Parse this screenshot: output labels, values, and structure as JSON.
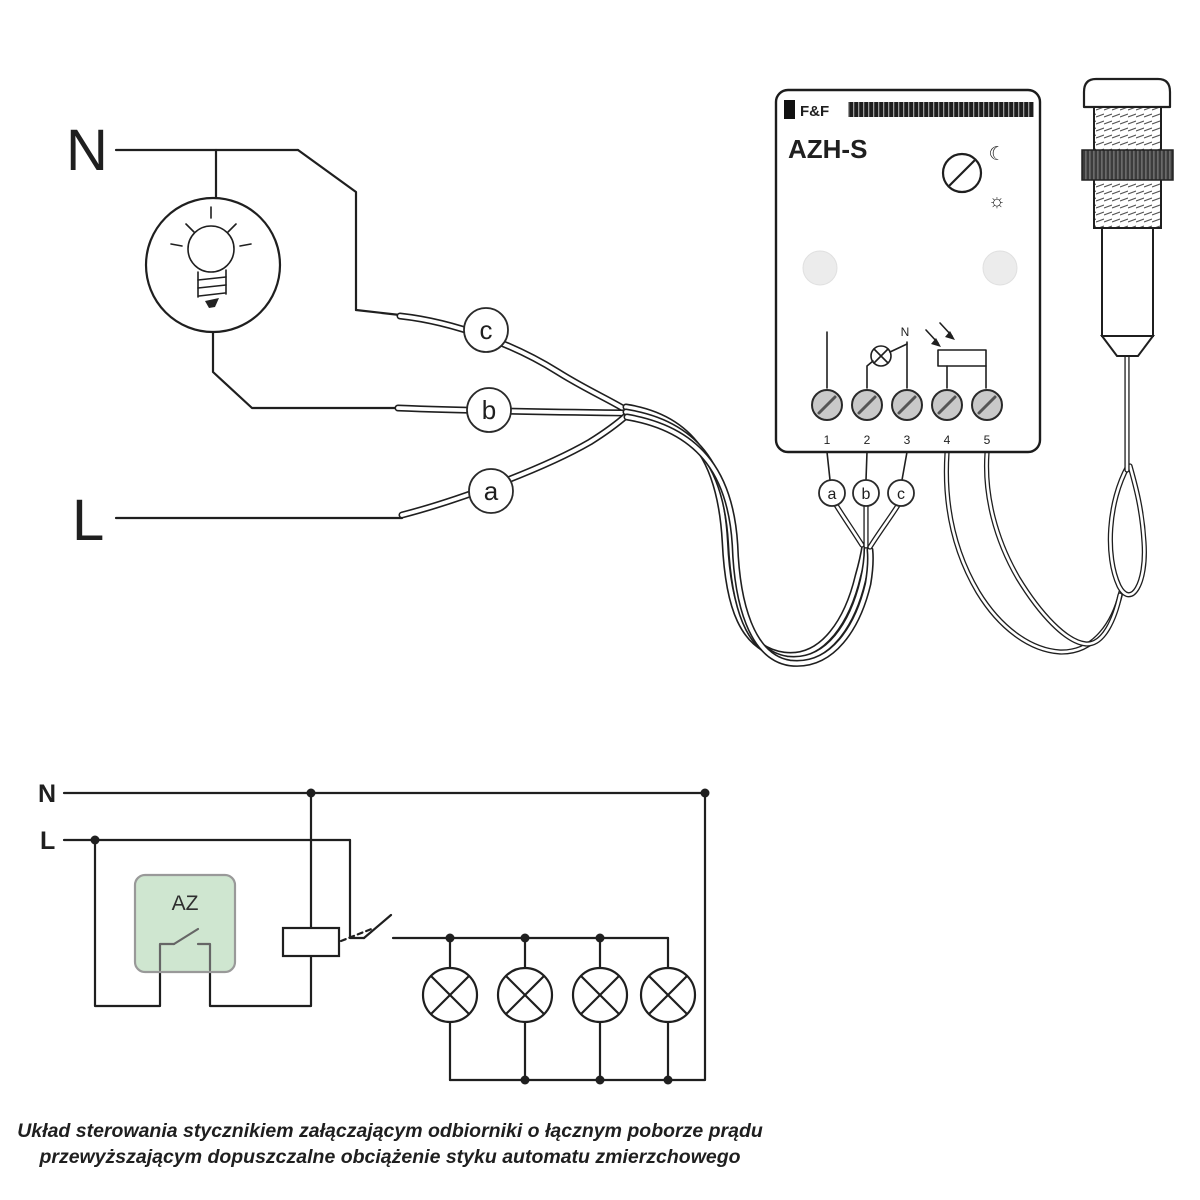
{
  "top": {
    "n": "N",
    "l": "L",
    "wires": {
      "a": "a",
      "b": "b",
      "c": "c"
    },
    "device": {
      "brand": "F&F",
      "model": "AZH-S",
      "moon": "☾",
      "sun": "☼",
      "pictogram_n": "N",
      "terminals": [
        "1",
        "2",
        "3",
        "4",
        "5"
      ],
      "out_labels": {
        "a": "a",
        "b": "b",
        "c": "c"
      }
    }
  },
  "bottom": {
    "n": "N",
    "l": "L",
    "az": "AZ"
  },
  "caption": {
    "line1": "Układ sterowania stycznikiem załączającym odbiorniki o łącznym poborze prądu",
    "line2": "przewyższającym dopuszczalne obciążenie styku automatu zmierzchowego"
  },
  "colors": {
    "az_box_fill": "#cfe6d0",
    "line": "#1f1f1f"
  }
}
